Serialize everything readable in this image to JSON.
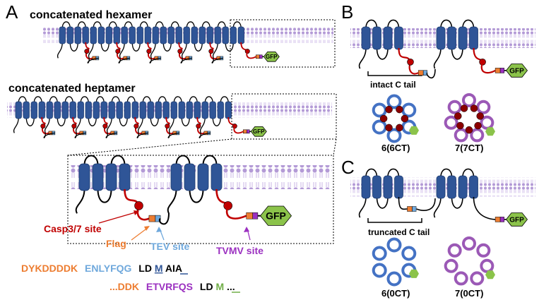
{
  "panels": {
    "a": "A",
    "b": "B",
    "c": "C"
  },
  "panel_a": {
    "hexamer_title": "concatenated hexamer",
    "heptamer_title": "concatenated heptamer",
    "gfp": "GFP",
    "callouts": {
      "casp": "Casp3/7 site",
      "flag": "Flag",
      "tev": "TEV site",
      "tvmv": "TVMV site"
    },
    "seq1": {
      "flag": "DYKDDDDK",
      "tev": "ENLYFQG",
      "pre": "LD",
      "mark": "M",
      "post": "AIA"
    },
    "seq2": {
      "lead": "...DDK",
      "tvmv": "ETVRFQS",
      "pre": "LD",
      "mark": "M",
      "post": "..."
    }
  },
  "panel_b": {
    "bracket": "intact C tail",
    "ring6": "6(6CT)",
    "ring7": "7(7CT)"
  },
  "panel_c": {
    "bracket": "truncated C tail",
    "ring6": "6(0CT)",
    "ring7": "7(0CT)"
  },
  "colors": {
    "helix": "#2f5597",
    "helix_dark": "#1f3d70",
    "membrane": "#b39ad6",
    "casp": "#c00000",
    "flag": "#ed7d31",
    "tev": "#6fa8dc",
    "tvmv": "#9b30c0",
    "gfp": "#8bc34a",
    "ring_blue": "#4472c4",
    "ring_purple": "#9b59b6",
    "ct_bead": "#8b0000"
  }
}
